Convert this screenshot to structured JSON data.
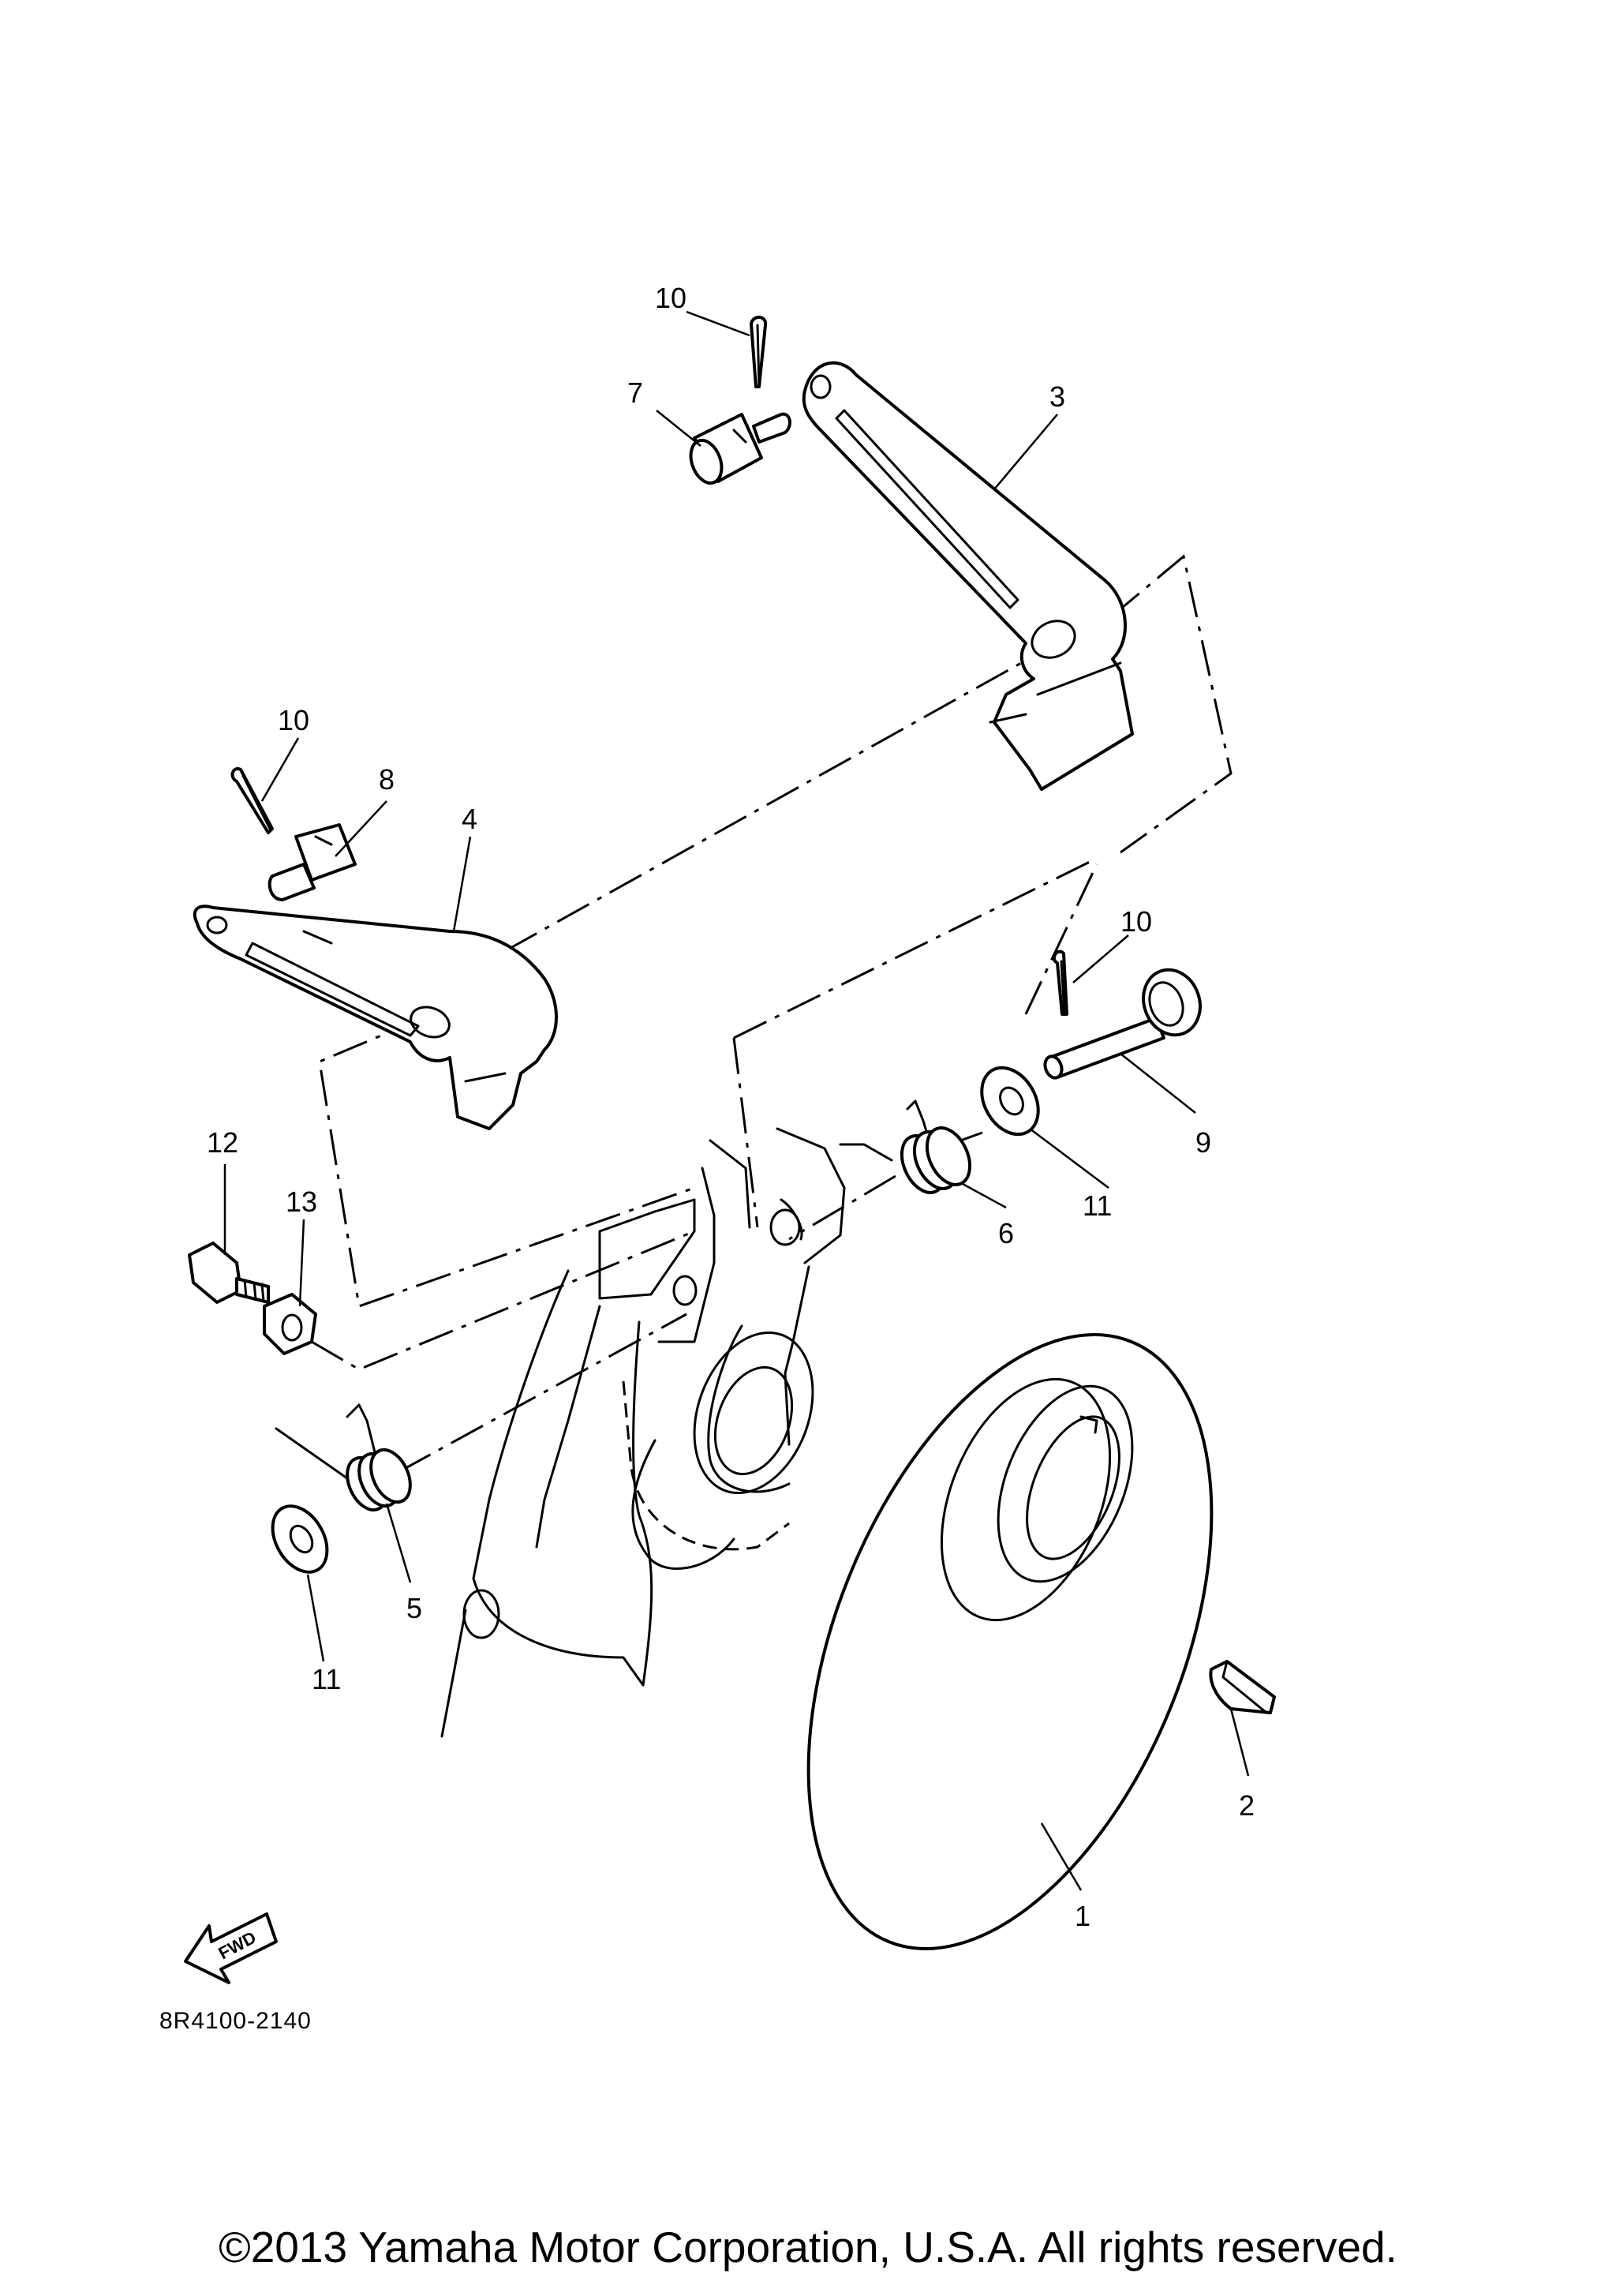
{
  "callouts": {
    "c1": "1",
    "c2": "2",
    "c3": "3",
    "c4": "4",
    "c5": "5",
    "c6": "6",
    "c7": "7",
    "c8": "8",
    "c9": "9",
    "c10a": "10",
    "c10b": "10",
    "c10c": "10",
    "c11a": "11",
    "c11b": "11",
    "c12": "12",
    "c13": "13"
  },
  "fwd_label": "FWD",
  "drawing_code": "8R4100-2140",
  "copyright": "©2013 Yamaha Motor Corporation, U.S.A. All rights reserved."
}
